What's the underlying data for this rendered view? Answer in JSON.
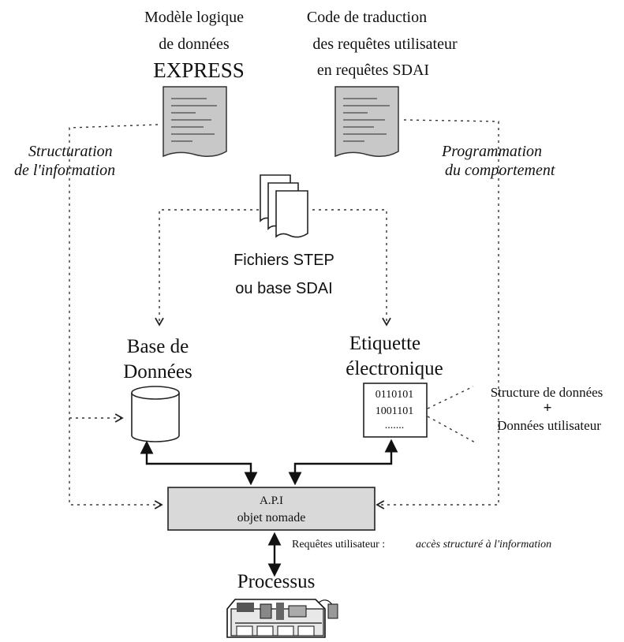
{
  "model": {
    "line1": "Modèle logique",
    "line2": "de données",
    "line3": "EXPRESS"
  },
  "code": {
    "line1": "Code de traduction",
    "line2": "des requêtes utilisateur",
    "line3": "en requêtes SDAI"
  },
  "left_flow": {
    "line1": "Structuration",
    "line2": "de l'information"
  },
  "right_flow": {
    "line1": "Programmation",
    "line2": "du comportement"
  },
  "files": {
    "line1": "Fichiers STEP",
    "line2": "ou base SDAI"
  },
  "database": {
    "line1": "Base de",
    "line2": "Données"
  },
  "tag": {
    "line1": "Etiquette",
    "line2": "électronique",
    "bits1": "0110101",
    "bits2": "1001101",
    "bits3": "......."
  },
  "structure": {
    "line1": "Structure de données",
    "plus": "+",
    "line2": "Données utilisateur"
  },
  "api": {
    "line1": "A.P.I",
    "line2": "objet nomade"
  },
  "requests": {
    "label": "Requêtes utilisateur :",
    "detail": "accès structuré à l'information"
  },
  "process": {
    "label": "Processus"
  },
  "colors": {
    "line": "#222222",
    "api_fill": "#d9d9d9",
    "doc_fill": "#c8c8c8"
  }
}
